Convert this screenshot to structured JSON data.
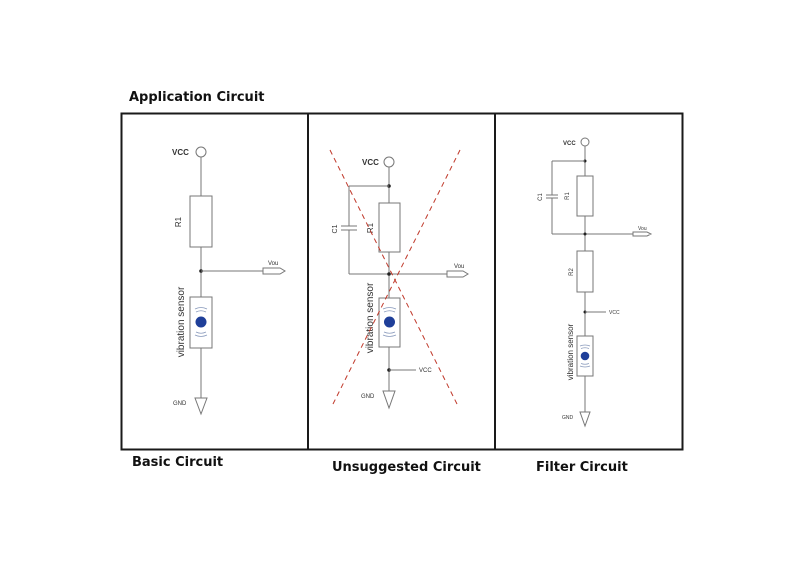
{
  "title": "Application Circuit",
  "panels": [
    {
      "id": "basic",
      "caption": "Basic Circuit",
      "labels": {
        "vcc": "VCC",
        "r1": "R1",
        "vout": "Vou",
        "sensor": "vibration sensor",
        "gnd": "GND"
      }
    },
    {
      "id": "unsuggested",
      "caption": "Unsuggested Circuit",
      "crossed_out": true,
      "cross_color": "#c0392b",
      "labels": {
        "vcc": "VCC",
        "c1": "C1",
        "r1": "R1",
        "vout": "Vou",
        "sensor": "vibration sensor",
        "vcc2": "VCC",
        "gnd": "GND"
      }
    },
    {
      "id": "filter",
      "caption": "Filter Circuit",
      "labels": {
        "vcc": "VCC",
        "c1": "C1",
        "r1": "R1",
        "vout": "Vou",
        "r2": "R2",
        "vcc2": "VCC",
        "sensor": "vibration sensor",
        "gnd": "GND"
      }
    }
  ],
  "colors": {
    "frame": "#1a1a1a",
    "wire": "#777777",
    "sensor_dot": "#1f3f99",
    "cross": "#c0392b"
  }
}
